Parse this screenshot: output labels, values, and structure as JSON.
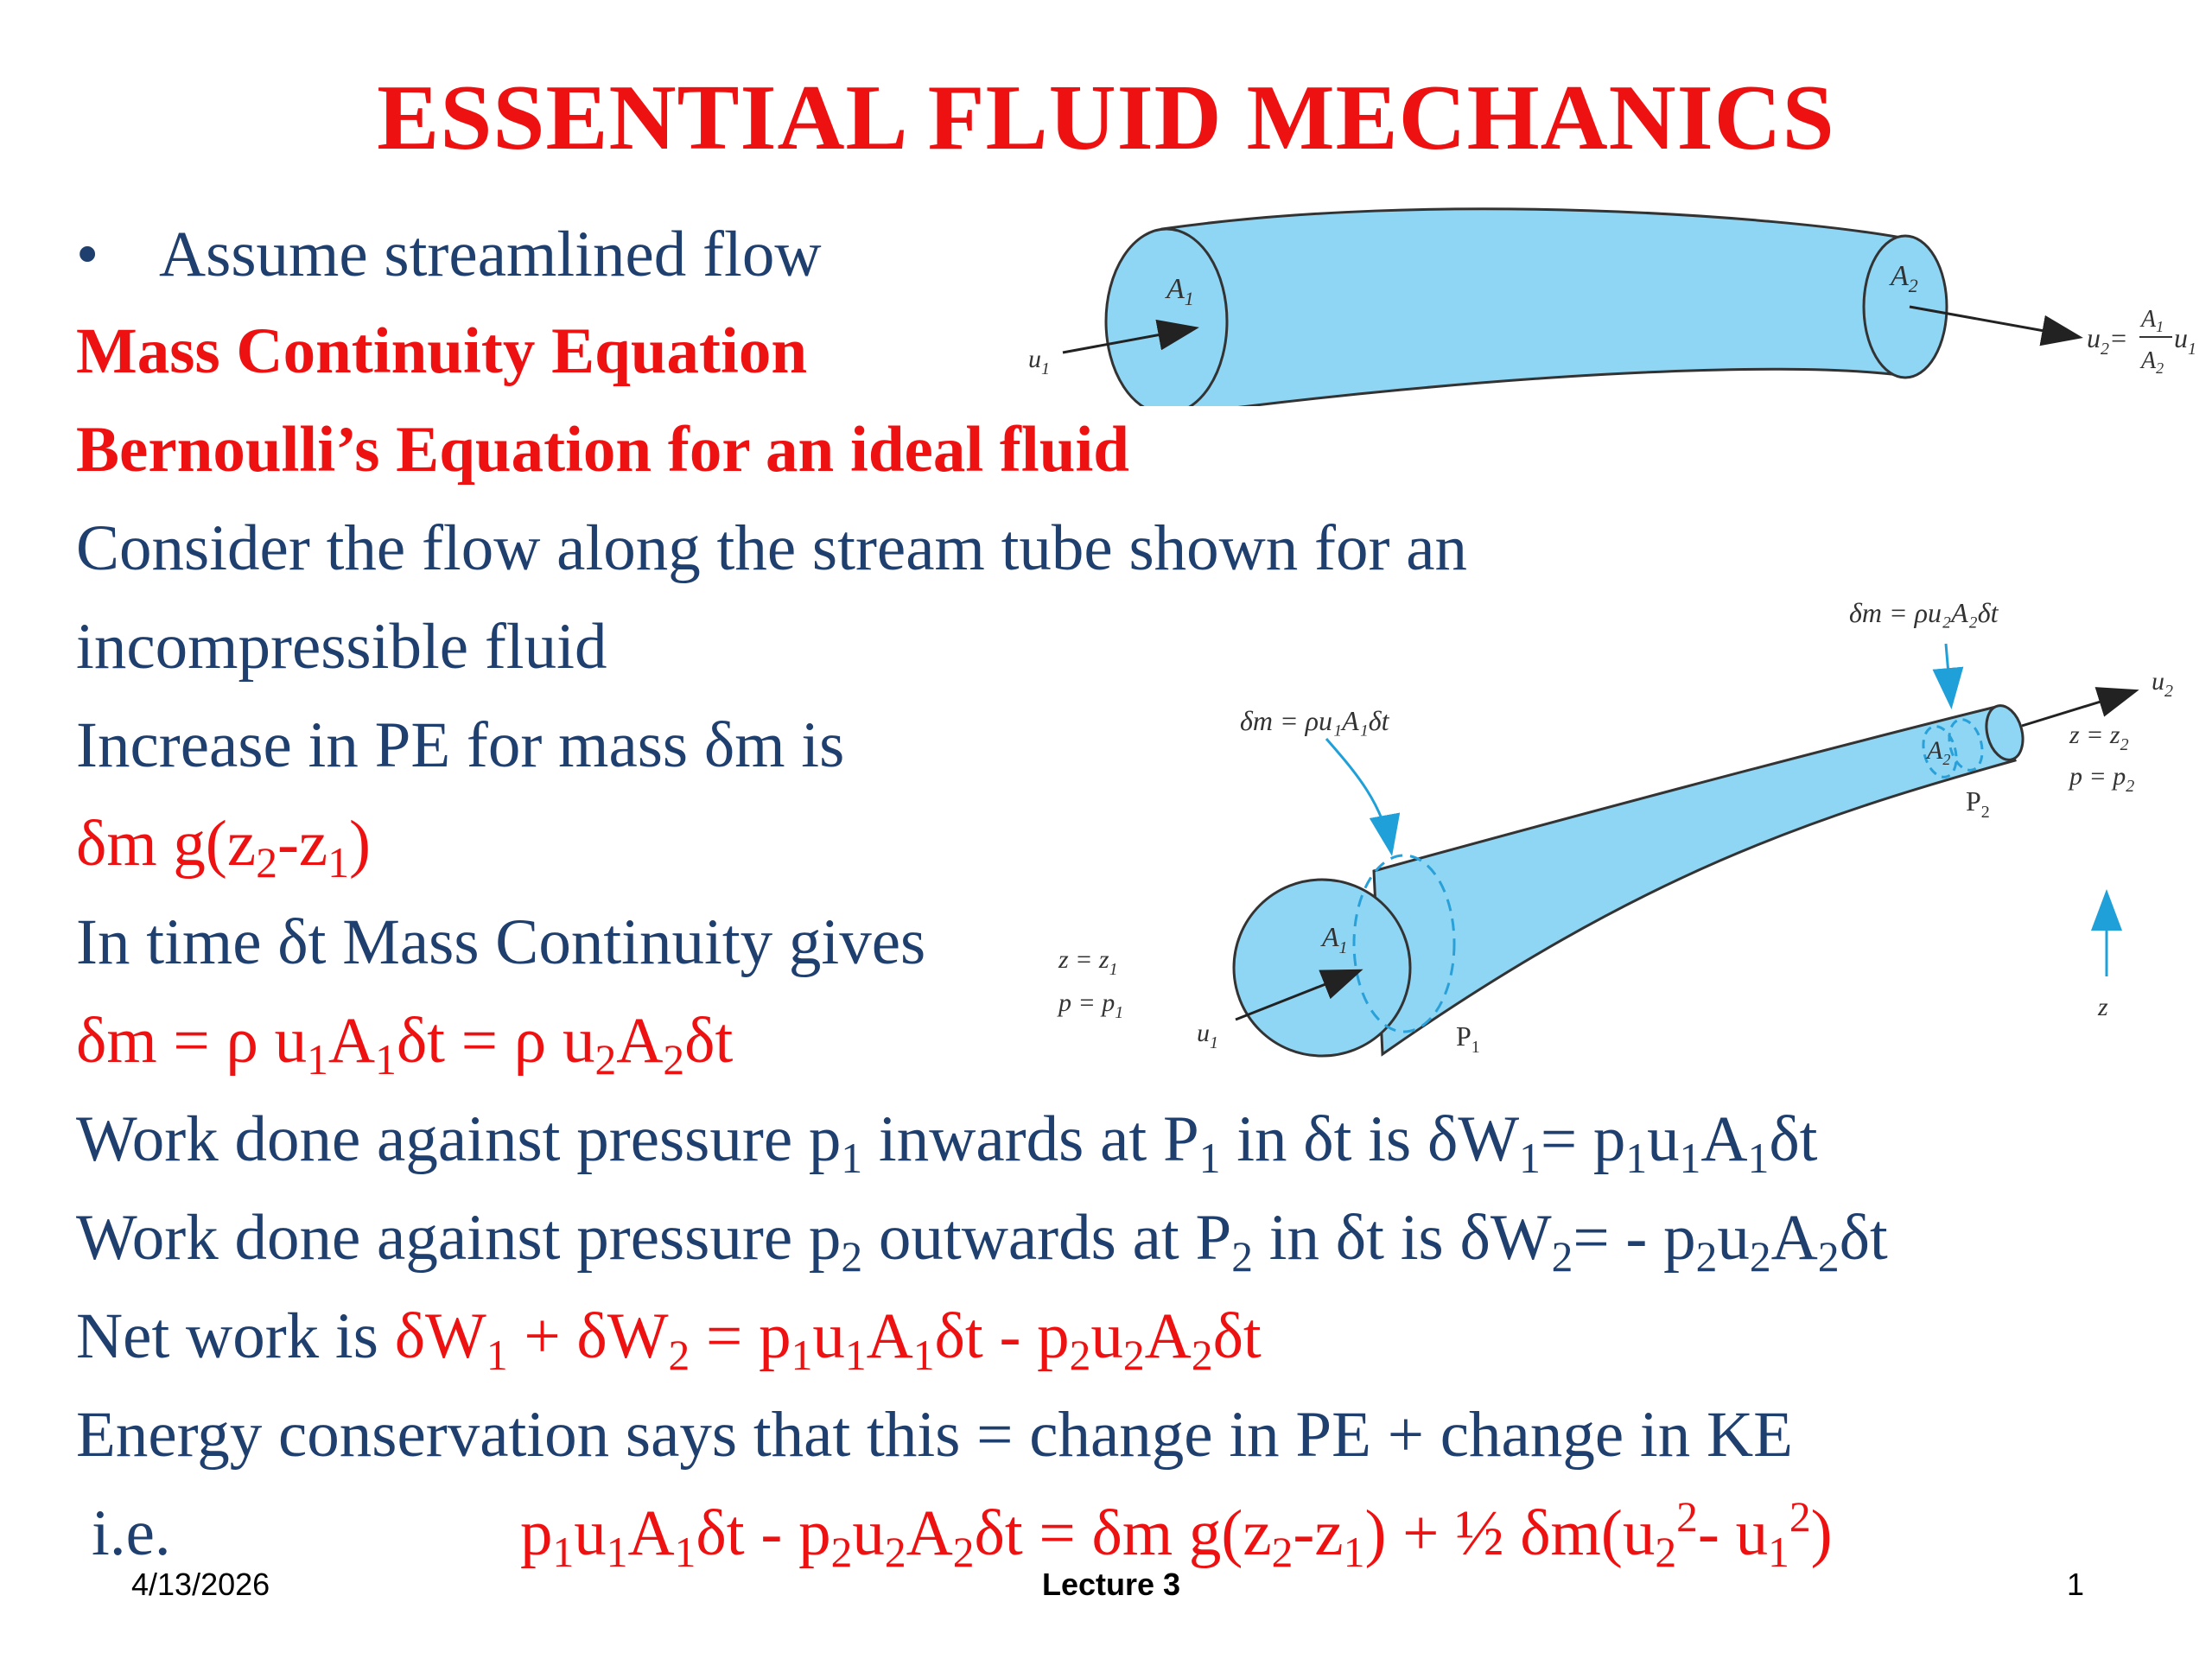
{
  "title": "ESSENTIAL FLUID MECHANICS",
  "bullet": {
    "dot": "•",
    "text": "Assume streamlined flow"
  },
  "headings": {
    "mass_continuity": "Mass Continuity Equation",
    "bernoulli": "Bernoulli’s Equation for an ideal fluid"
  },
  "body": {
    "consider_1": "Consider the flow along the stream tube shown for an",
    "consider_2": "incompressible fluid",
    "increase_pe": "Increase in PE for mass δm is",
    "in_time": "In time δt Mass Continuity gives",
    "energy": "Energy conservation says that this = change in PE + change in KE",
    "ie": "i.e."
  },
  "footer": {
    "date": "4/13/2026",
    "lecture": "Lecture 3",
    "page": "1"
  },
  "figure1": {
    "a1": "A",
    "a1_sub": "1",
    "a2": "A",
    "a2_sub": "2",
    "u1": "u",
    "u1_sub": "1",
    "u2_eq": "u",
    "u2_sub": "2"
  },
  "figure2": {
    "dm_top": "δm = ρu₂A₂δt",
    "dm_left": "δm = ρu₁A₁δt",
    "a1": "A",
    "a1_sub": "1",
    "a2": "A",
    "a2_sub": "2",
    "u1": "u",
    "u1_sub": "1",
    "u2": "u",
    "u2_sub": "2",
    "p1_label": "P",
    "p1_sub": "1",
    "p2_label": "P",
    "p2_sub": "2",
    "z1_eq": "z = z",
    "z1_sub": "1",
    "p1_eq": "p = p",
    "p1eq_sub": "1",
    "z2_eq": "z = z",
    "z2_sub": "2",
    "p2_eq": "p = p",
    "p2eq_sub": "2",
    "z_axis": "z"
  },
  "colors": {
    "title": "#ee1111",
    "body": "#1f3f6e",
    "tube_fill": "#8fd6f5",
    "dashed": "#2aa0d8"
  }
}
